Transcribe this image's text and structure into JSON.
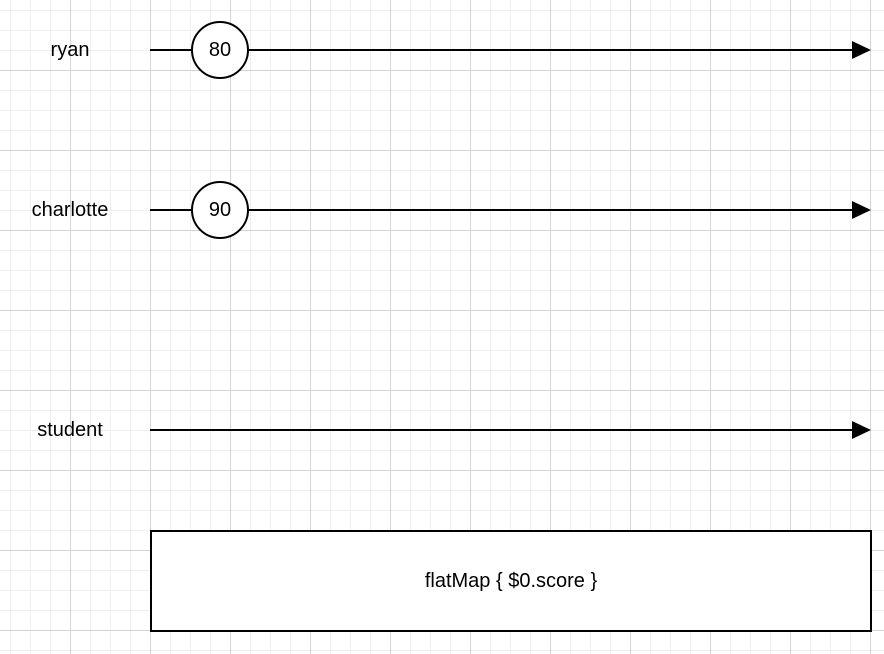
{
  "streams": [
    {
      "label": "ryan",
      "marbles": [
        "80"
      ]
    },
    {
      "label": "charlotte",
      "marbles": [
        "90"
      ]
    },
    {
      "label": "student",
      "marbles": []
    }
  ],
  "operator": {
    "label": "flatMap { $0.score }"
  }
}
